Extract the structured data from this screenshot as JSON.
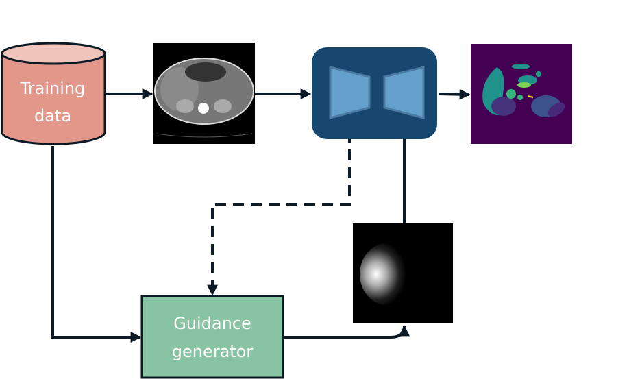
{
  "nodes": {
    "training_data": {
      "line1": "Training",
      "line2": "data"
    },
    "guidance_generator": {
      "line1": "Guidance",
      "line2": "generator"
    }
  },
  "colors": {
    "cylinder_body": "#e3978a",
    "cylinder_top": "#f0c3bb",
    "network_bg": "#15476f",
    "network_blocks": "#64a0cc",
    "guidance_box": "#88c4a3",
    "segmentation_bg": "#440154",
    "arrow": "#0c1a26"
  }
}
